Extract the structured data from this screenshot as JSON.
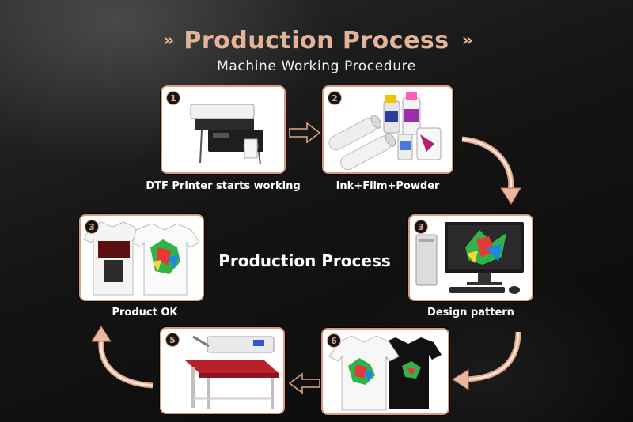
{
  "header": {
    "title": "Production Process",
    "subtitle": "Machine Working Procedure",
    "chevron_left": "»",
    "chevron_right": "»"
  },
  "center_label": "Production Process",
  "steps": [
    {
      "badge": "1",
      "caption": "DTF Printer starts working",
      "icon": "dtf-printer"
    },
    {
      "badge": "2",
      "caption": "Ink+Film+Powder",
      "icon": "ink-film-powder"
    },
    {
      "badge": "3",
      "caption": "Design pattern",
      "icon": "computer-design"
    },
    {
      "badge": "6",
      "caption": "",
      "icon": "printed-tshirts"
    },
    {
      "badge": "5",
      "caption": "",
      "icon": "heat-press"
    },
    {
      "badge": "3",
      "caption": "Product OK",
      "icon": "finished-tshirts"
    }
  ],
  "colors": {
    "accent": "#e0a78a",
    "card_border": "#d89c7e",
    "background": "#111111"
  }
}
